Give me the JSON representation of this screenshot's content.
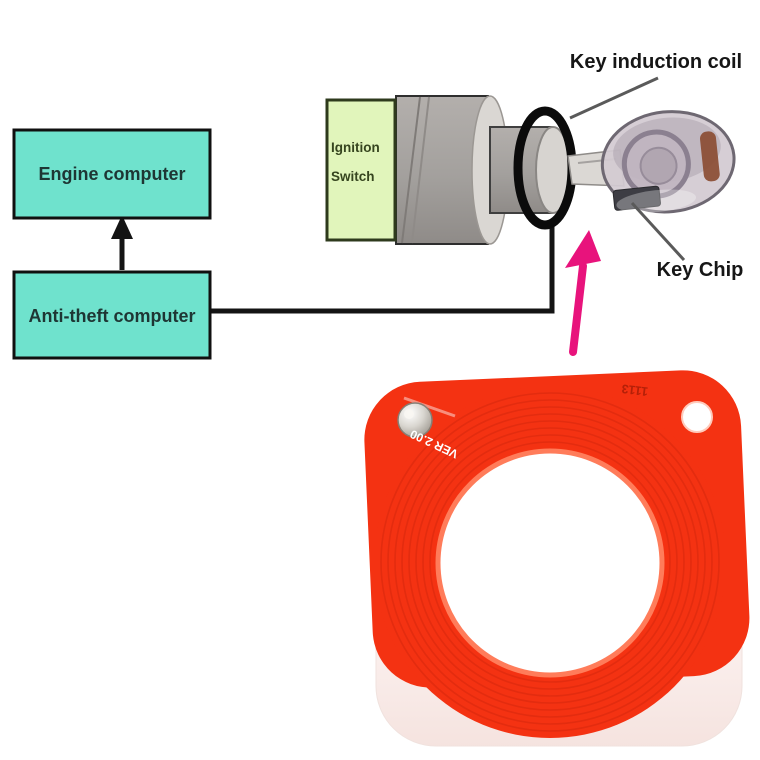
{
  "boxes": {
    "engine": {
      "label": "Engine computer",
      "fill": "#6fe2cd",
      "border": "#101010"
    },
    "anti_theft": {
      "label": "Anti-theft computer",
      "fill": "#6fe2cd",
      "border": "#101010"
    },
    "ignition": {
      "line1": "Ignition",
      "line2": "Switch",
      "fill": "#e1f5bb",
      "border": "#2e3a1c"
    }
  },
  "callouts": {
    "induction_coil": "Key induction coil",
    "key_chip": "Key Chip"
  },
  "coil_board": {
    "version_text": "VER 2.00",
    "code_text": "1113",
    "body_color": "#f43212"
  },
  "colors": {
    "highlight_arrow": "#e8137c",
    "wire": "#141414",
    "flow_arrow": "#141414"
  }
}
